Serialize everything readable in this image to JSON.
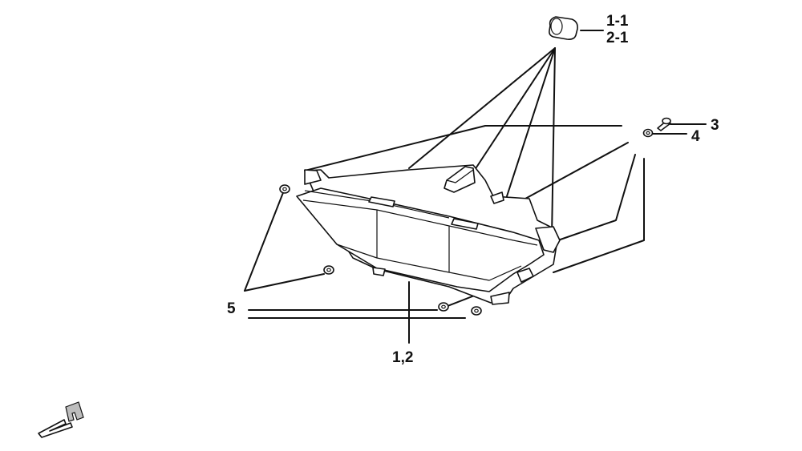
{
  "diagram": {
    "callouts": {
      "c1_1": "1-1",
      "c2_1": "2-1",
      "c3": "3",
      "c4": "4",
      "c5": "5",
      "c1_2": "1,2"
    },
    "orientation_marker": "F"
  },
  "colors": {
    "line": "#111111",
    "background": "#ffffff",
    "shade": "#bdbdbd"
  },
  "icons": {
    "front-arrow": "front-direction-arrow-icon"
  }
}
